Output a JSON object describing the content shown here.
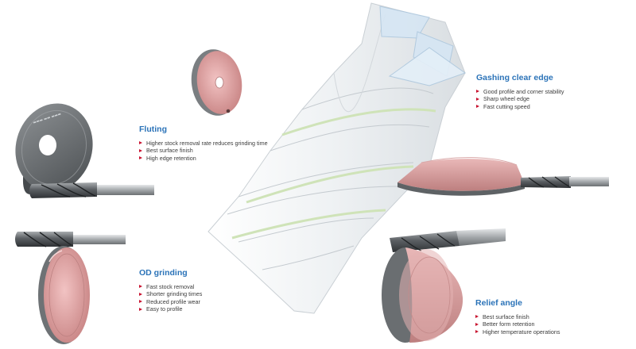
{
  "sections": {
    "fluting": {
      "title": "Fluting",
      "bullets": [
        "Higher stock removal rate reduces grinding time",
        "Best surface finish",
        "High edge retention"
      ]
    },
    "gashing": {
      "title": "Gashing clear edge",
      "bullets": [
        "Good profile and corner stability",
        "Sharp wheel edge",
        "Fast cutting speed"
      ]
    },
    "od_grinding": {
      "title": "OD grinding",
      "bullets": [
        "Fast stock removal",
        "Shorter grinding times",
        "Reduced profile wear",
        "Easy to profile"
      ]
    },
    "relief": {
      "title": "Relief angle",
      "bullets": [
        "Best surface finish",
        "Better form retention",
        "Higher temperature operations"
      ]
    }
  },
  "colors": {
    "heading": "#2b73b8",
    "bullet": "#c8102e",
    "text": "#3c3c3c",
    "wheel_body": "#6b6f72",
    "wheel_face": "#d89a9a",
    "endmill": "#e9edf0",
    "clearance": "#cfe3b8"
  }
}
